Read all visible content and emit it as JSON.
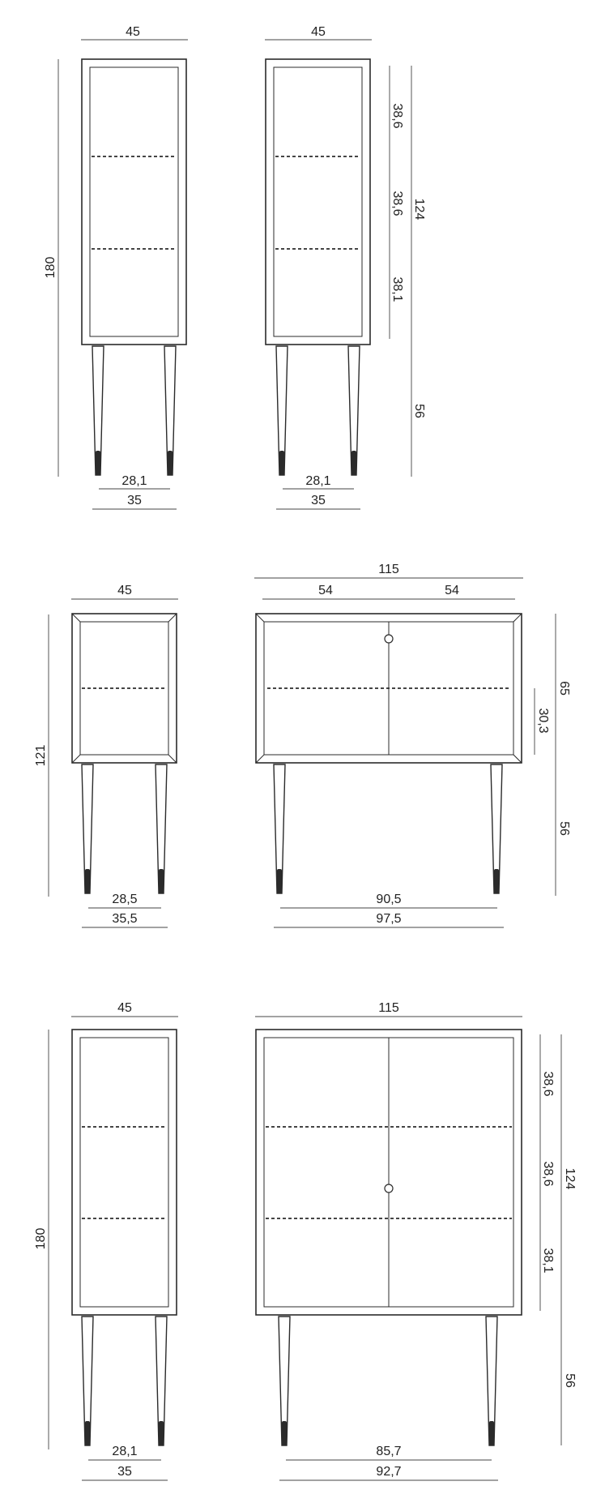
{
  "drawings": [
    {
      "id": "tall-cabinet-1-side",
      "labels": {
        "width": "45",
        "height": "180",
        "leg_inner": "28,1",
        "leg_outer": "35"
      }
    },
    {
      "id": "tall-cabinet-1-side-detail",
      "labels": {
        "width": "45",
        "shelf_1": "38,6",
        "shelf_2": "38,6",
        "shelf_3": "38,1",
        "body_height": "124",
        "leg_height": "56",
        "leg_inner": "28,1",
        "leg_outer": "35"
      }
    },
    {
      "id": "low-cabinet-side",
      "labels": {
        "width": "45",
        "height": "121",
        "leg_inner": "28,5",
        "leg_outer": "35,5"
      }
    },
    {
      "id": "low-cabinet-front",
      "labels": {
        "total_width": "115",
        "door_left": "54",
        "door_right": "54",
        "body_height": "65",
        "shelf_height": "30,3",
        "leg_height": "56",
        "leg_inner": "90,5",
        "leg_outer": "97,5"
      }
    },
    {
      "id": "tall-cabinet-2-side",
      "labels": {
        "width": "45",
        "height": "180",
        "leg_inner": "28,1",
        "leg_outer": "35"
      }
    },
    {
      "id": "tall-cabinet-2-front",
      "labels": {
        "total_width": "115",
        "shelf_1": "38,6",
        "shelf_2": "38,6",
        "shelf_3": "38,1",
        "body_height": "124",
        "leg_height": "56",
        "leg_inner": "85,7",
        "leg_outer": "92,7"
      }
    }
  ]
}
